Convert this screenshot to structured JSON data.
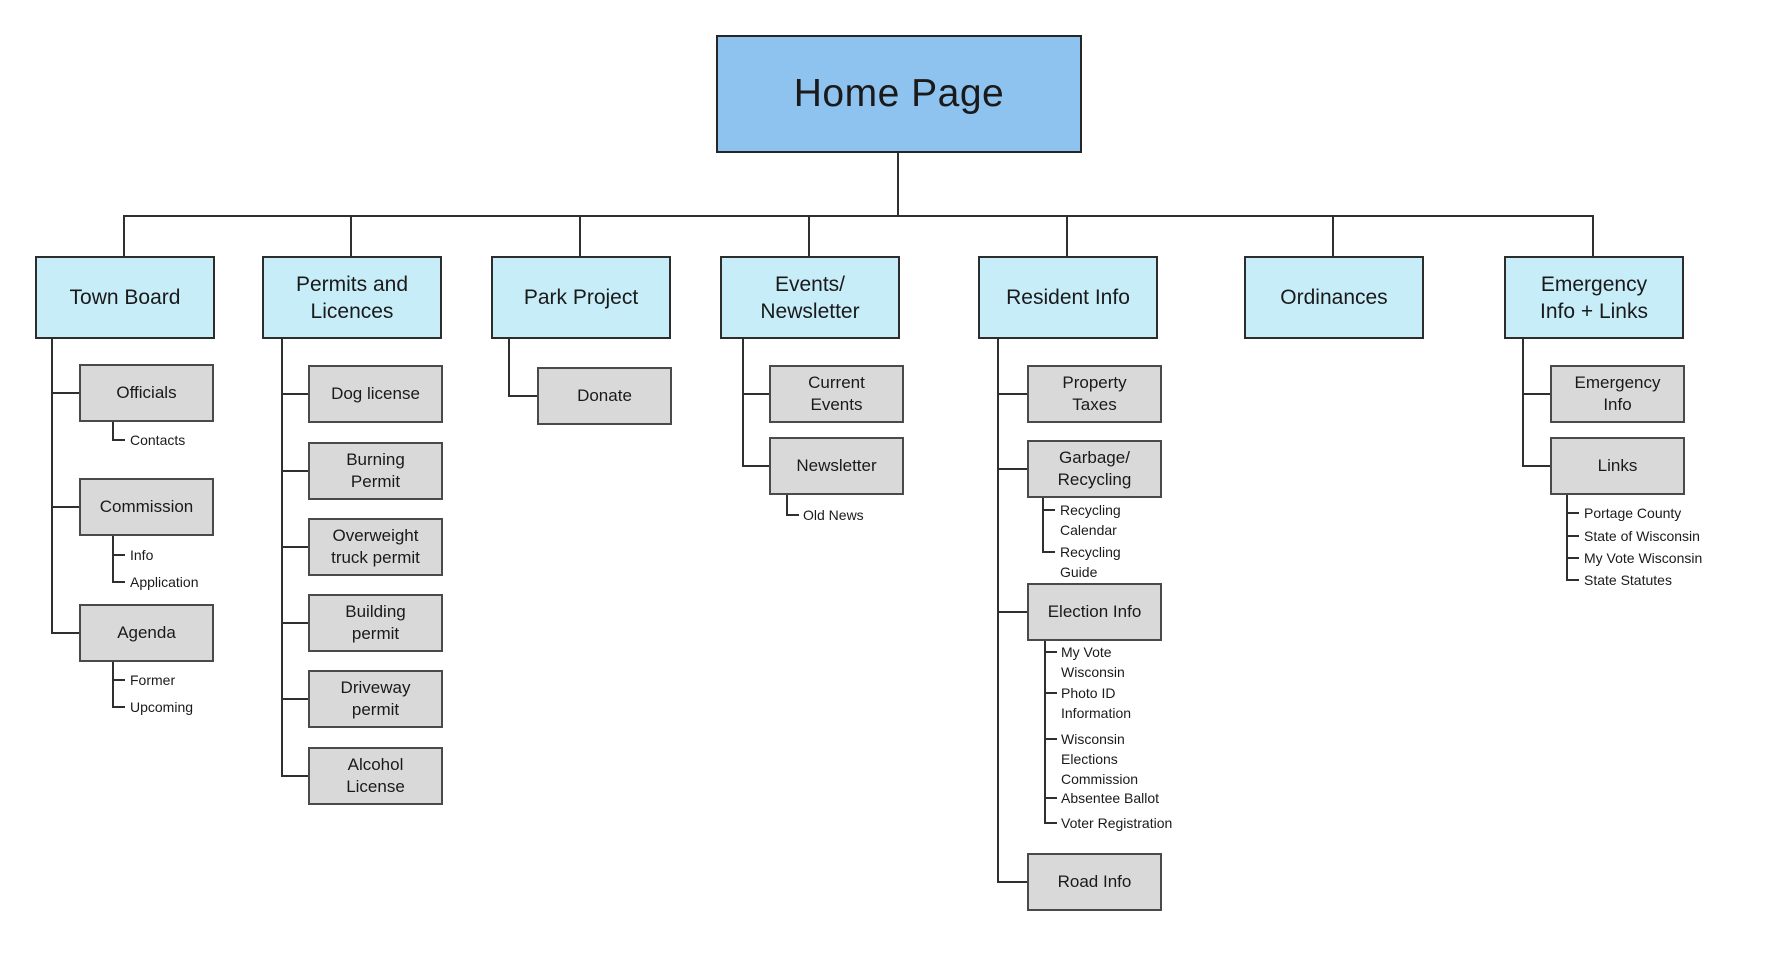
{
  "colors": {
    "root_fill": "#8EC2EF",
    "section_fill": "#C7EDF9",
    "child_fill": "#D9D9D9",
    "line": "#2f2f2f"
  },
  "root": {
    "label": "Home Page"
  },
  "sections": [
    {
      "label": "Town Board",
      "children": [
        {
          "label": "Officials",
          "leaves": [
            {
              "label": "Contacts"
            }
          ]
        },
        {
          "label": "Commission",
          "leaves": [
            {
              "label": "Info"
            },
            {
              "label": "Application"
            }
          ]
        },
        {
          "label": "Agenda",
          "leaves": [
            {
              "label": "Former"
            },
            {
              "label": "Upcoming"
            }
          ]
        }
      ]
    },
    {
      "label": "Permits and\nLicences",
      "children": [
        {
          "label": "Dog license"
        },
        {
          "label": "Burning\nPermit"
        },
        {
          "label": "Overweight\ntruck permit"
        },
        {
          "label": "Building\npermit"
        },
        {
          "label": "Driveway\npermit"
        },
        {
          "label": "Alcohol\nLicense"
        }
      ]
    },
    {
      "label": "Park Project",
      "children": [
        {
          "label": "Donate"
        }
      ]
    },
    {
      "label": "Events/\nNewsletter",
      "children": [
        {
          "label": "Current\nEvents"
        },
        {
          "label": "Newsletter",
          "leaves": [
            {
              "label": "Old News"
            }
          ]
        }
      ]
    },
    {
      "label": "Resident Info",
      "children": [
        {
          "label": "Property\nTaxes"
        },
        {
          "label": "Garbage/\nRecycling",
          "leaves": [
            {
              "label": "Recycling\nCalendar"
            },
            {
              "label": "Recycling\nGuide"
            }
          ]
        },
        {
          "label": "Election Info",
          "leaves": [
            {
              "label": "My Vote\nWisconsin"
            },
            {
              "label": "Photo ID\nInformation"
            },
            {
              "label": "Wisconsin\nElections\nCommission"
            },
            {
              "label": "Absentee Ballot"
            },
            {
              "label": "Voter Registration"
            }
          ]
        },
        {
          "label": "Road Info"
        }
      ]
    },
    {
      "label": "Ordinances",
      "children": []
    },
    {
      "label": "Emergency\nInfo + Links",
      "children": [
        {
          "label": "Emergency\nInfo"
        },
        {
          "label": "Links",
          "leaves": [
            {
              "label": "Portage County"
            },
            {
              "label": "State of Wisconsin"
            },
            {
              "label": "My Vote Wisconsin"
            },
            {
              "label": "State Statutes"
            }
          ]
        }
      ]
    }
  ]
}
